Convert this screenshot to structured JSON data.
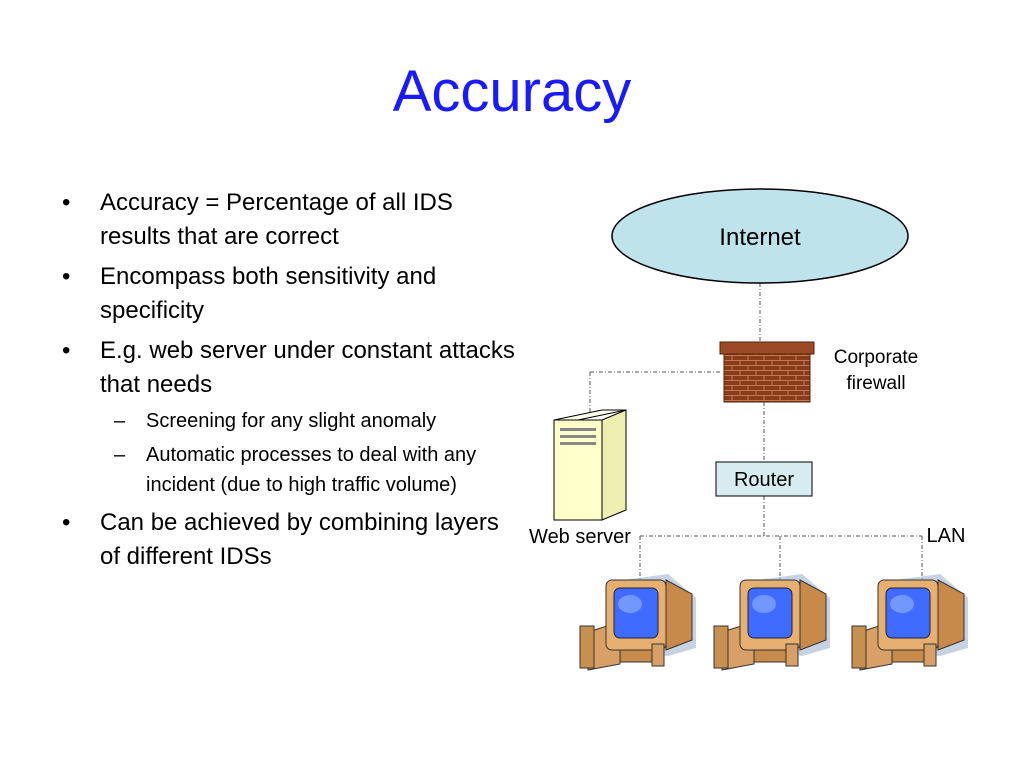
{
  "slide": {
    "title": "Accuracy",
    "bullets": [
      {
        "text": "Accuracy = Percentage of all IDS results that are correct"
      },
      {
        "text": "Encompass both sensitivity and specificity"
      },
      {
        "text": "E.g. web server under constant attacks that needs",
        "subs": [
          "Screening for any slight anomaly",
          "Automatic processes to deal with any incident (due to high traffic volume)"
        ]
      },
      {
        "text": "Can be achieved by combining layers of different IDSs"
      }
    ]
  },
  "diagram": {
    "internet_label": "Internet",
    "firewall_label_line1": "Corporate",
    "firewall_label_line2": "firewall",
    "router_label": "Router",
    "webserver_label": "Web server",
    "lan_label": "LAN",
    "colors": {
      "internet_fill": "#bfe3ea",
      "router_fill": "#d6ecf0",
      "brick": "#8a3b1a",
      "server_fill": "#ffffcc",
      "monitor_body": "#e8b070",
      "screen": "#3f6bff"
    }
  }
}
